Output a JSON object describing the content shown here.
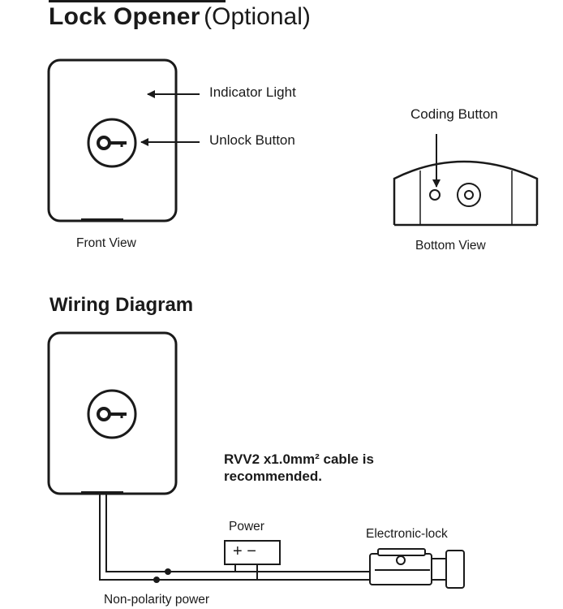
{
  "header": {
    "title_bold": "Lock Opener",
    "title_light": "(Optional)"
  },
  "front_view": {
    "indicator_label": "Indicator Light",
    "unlock_label": "Unlock Button",
    "caption": "Front View"
  },
  "bottom_view": {
    "coding_label": "Coding Button",
    "caption": "Bottom View"
  },
  "wiring": {
    "title": "Wiring Diagram",
    "cable_note_line1": "RVV2 x1.0mm² cable is",
    "cable_note_line2": "recommended.",
    "power_label": "Power",
    "power_polarity": "+ −",
    "lock_label": "Electronic-lock",
    "nonpolarity_label": "Non-polarity power"
  },
  "icons": [
    "key-icon",
    "arrow-left-icon",
    "arrow-down-icon"
  ]
}
